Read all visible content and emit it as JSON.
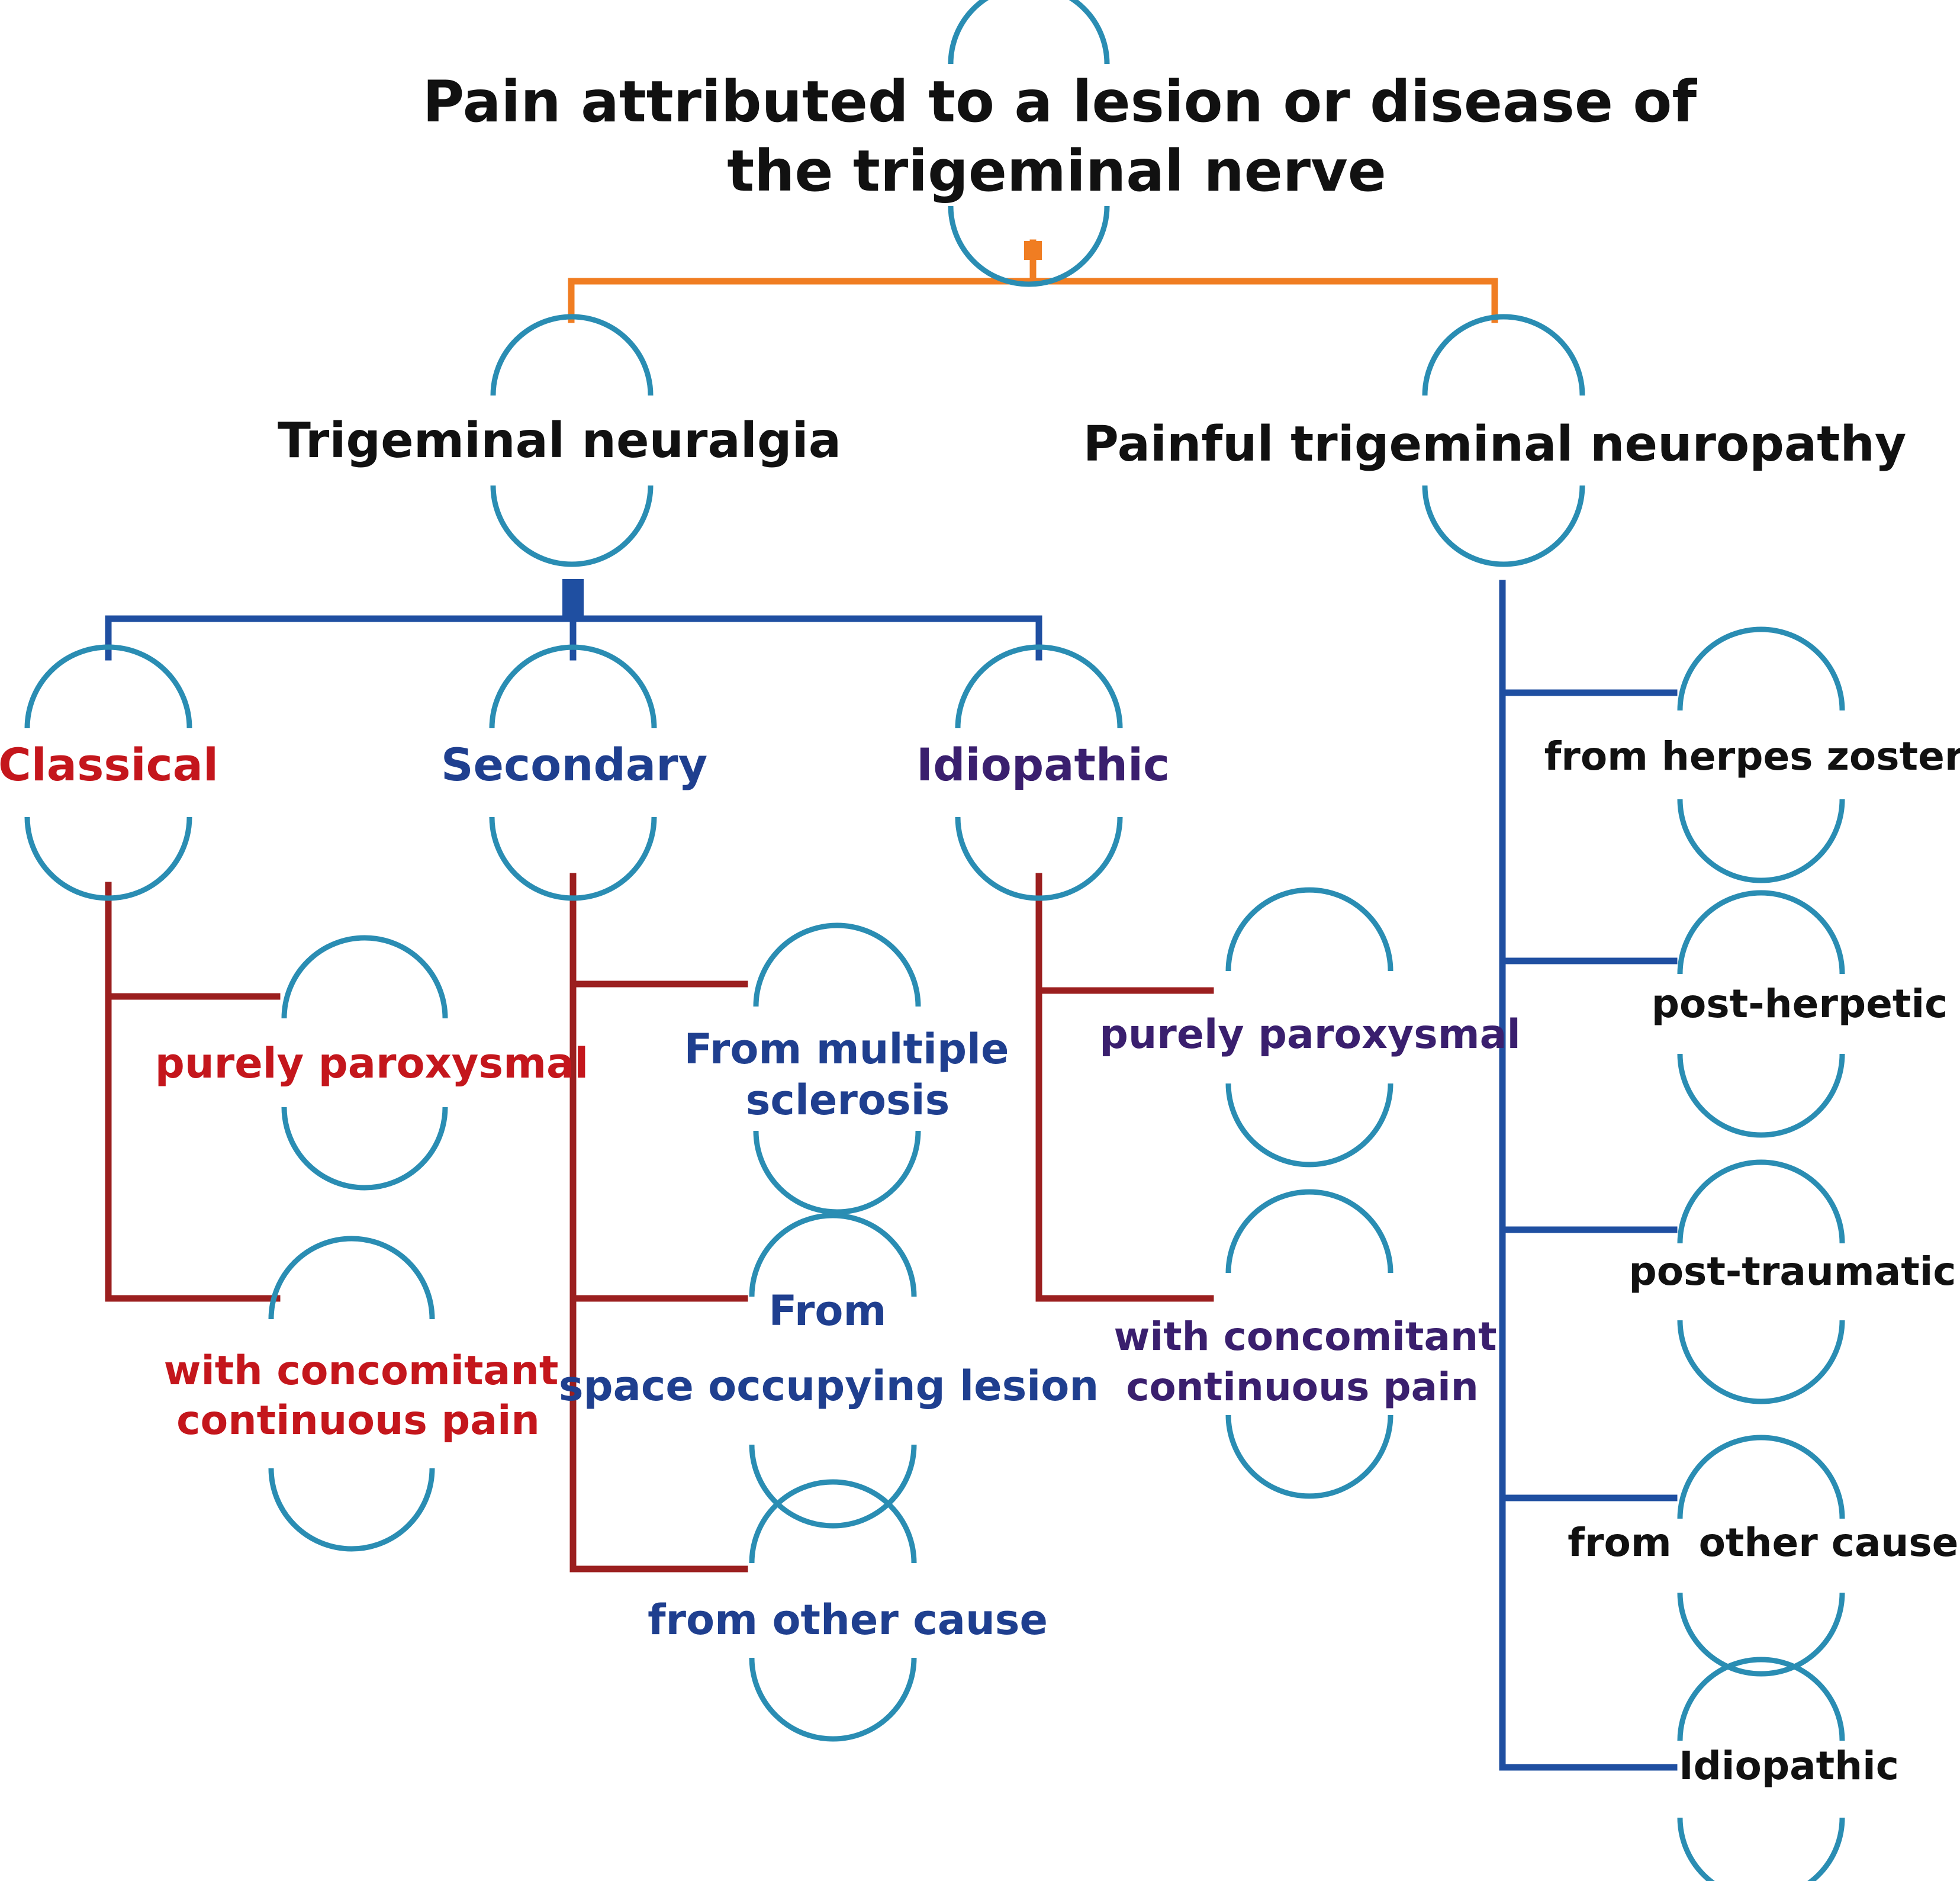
{
  "colors": {
    "root_connector": "#f07d22",
    "neuralgia_connector": "#1f4fa1",
    "neuropathy_connector": "#1f4fa1",
    "leaf_connector": "#9b1f1f",
    "node_ring": "#2a8db3",
    "text_dark": "#111111",
    "text_red": "#c4161c",
    "text_blue": "#1f3f8f",
    "text_purple": "#3a1f6e"
  },
  "icons": {
    "node_ring": "circular-arc-bracket-icon"
  },
  "root": {
    "line1": "Pain attributed to a lesion or disease of",
    "line2": "the trigeminal nerve"
  },
  "neuralgia": {
    "label": "Trigeminal neuralgia",
    "classical": {
      "label": "Classical",
      "paroxysmal": "purely paroxysmal",
      "concomitant_line1": "with concomitant",
      "concomitant_line2": "continuous pain"
    },
    "secondary": {
      "label": "Secondary",
      "ms_line1": "From multiple",
      "ms_line2": "sclerosis",
      "sol_line1": "From",
      "sol_line2": "space occupying lesion",
      "other": "from other cause"
    },
    "idiopathic": {
      "label": "Idiopathic",
      "paroxysmal": "purely paroxysmal",
      "concomitant_line1": "with concomitant",
      "concomitant_line2": "continuous pain"
    }
  },
  "neuropathy": {
    "label": "Painful trigeminal neuropathy",
    "herpes_zoster": "from herpes zoster",
    "post_herpetic": "post-herpetic",
    "post_traumatic": "post-traumatic",
    "other_causes": "from  other causes",
    "idiopathic": "Idiopathic"
  }
}
